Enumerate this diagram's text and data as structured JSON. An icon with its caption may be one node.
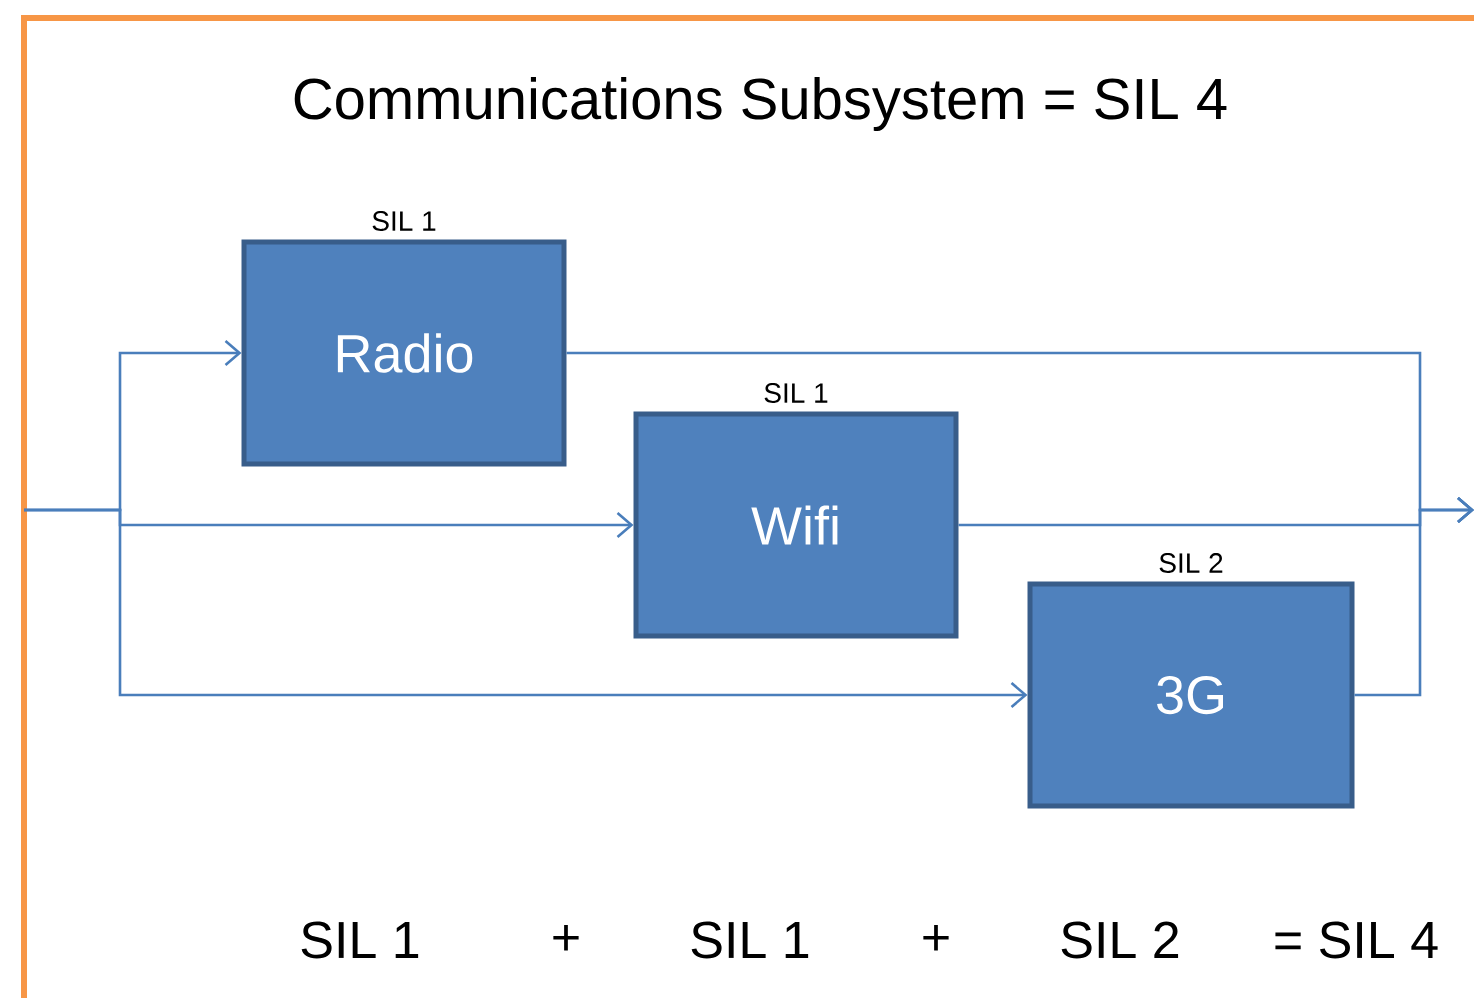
{
  "diagram": {
    "title": "Communications Subsystem = SIL 4",
    "nodes": [
      {
        "text": [
          "Radio"
        ],
        "beside": [
          "SIL 1"
        ]
      },
      {
        "text": [
          "Wifi"
        ],
        "beside": [
          "SIL 1"
        ]
      },
      {
        "text": [
          "3G"
        ],
        "beside": [
          "SIL 2"
        ]
      }
    ],
    "edges": [
      {
        "from": null,
        "to": 0,
        "arrow": "to"
      },
      {
        "from": null,
        "to": 1,
        "arrow": "to"
      },
      {
        "from": null,
        "to": 2,
        "arrow": "to"
      },
      {
        "from": 0,
        "to": null,
        "arrow": "to"
      },
      {
        "from": 1,
        "to": null,
        "arrow": "to"
      },
      {
        "from": 2,
        "to": null,
        "arrow": "to"
      }
    ],
    "labels": [
      "SIL 1",
      "+",
      "SIL 1",
      "+",
      "SIL 2",
      "= SIL 4"
    ]
  }
}
